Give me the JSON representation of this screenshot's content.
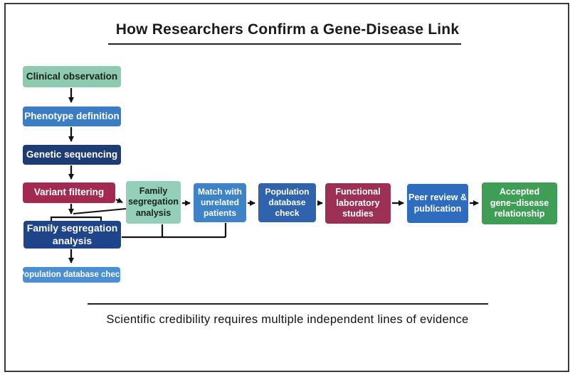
{
  "figure": {
    "title": "How Researchers Confirm a Gene-Disease Link",
    "caption": "Scientific credibility requires multiple independent lines of evidence"
  },
  "colors": {
    "arrow": "#111111",
    "frame_border": "#3a3a3a",
    "light_green": "#8fc9b0",
    "teal_green": "#94cfba",
    "medium_blue": "#3b7dc2",
    "navy_blue": "#1e3c74",
    "maroon": "#a22a50",
    "accept_green": "#3f9e55"
  },
  "nodes": {
    "left_column": [
      {
        "label": "Clinical observation",
        "bg": "#8fc9b0",
        "fg": "#15251c"
      },
      {
        "label": "Phenotype definition",
        "bg": "#3b7dc2",
        "fg": "#ffffff"
      },
      {
        "label": "Genetic sequencing",
        "bg": "#1e3c74",
        "fg": "#ffffff"
      },
      {
        "label": "Variant filtering",
        "bg": "#a22a50",
        "fg": "#ffffff"
      },
      {
        "label": "Family segregation analysis",
        "bg": "#1e4489",
        "fg": "#ffffff"
      },
      {
        "label": "Population database check",
        "bg": "#4a8fd2",
        "fg": "#ffffff"
      }
    ],
    "pipeline": [
      {
        "label": "Family segregation analysis",
        "bg": "#94cfba",
        "fg": "#15251c"
      },
      {
        "label": "Match with unrelated patients",
        "bg": "#3e82c8",
        "fg": "#ffffff"
      },
      {
        "label": "Population database check",
        "bg": "#2f64ad",
        "fg": "#ffffff"
      },
      {
        "label": "Functional laboratory studies",
        "bg": "#9c3155",
        "fg": "#ffffff"
      },
      {
        "label": "Peer review & publication",
        "bg": "#2d6cbf",
        "fg": "#ffffff"
      },
      {
        "label": "Accepted gene−disease relationship",
        "bg": "#3f9e55",
        "fg": "#ffffff"
      }
    ]
  }
}
